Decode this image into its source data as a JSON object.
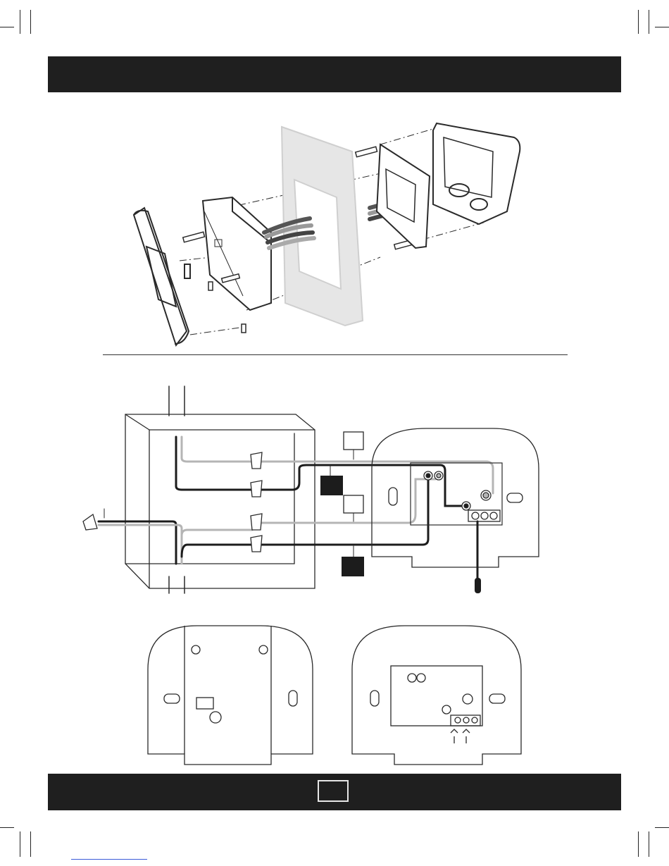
{
  "page": {
    "number": ""
  },
  "colors": {
    "band": "#1f1f1f",
    "wire_dark": "#1c1c1c",
    "wire_light": "#b5b5b5",
    "line": "#2a2a2a"
  },
  "figures": {
    "exploded_view": {
      "description_icon": "thermostat-exploded-assembly"
    },
    "wiring_diagram": {
      "label_box_upper": "",
      "label_box_lower": ""
    },
    "back_plates": {
      "left": "thermostat-back",
      "right": "wall-plate-terminals"
    }
  }
}
